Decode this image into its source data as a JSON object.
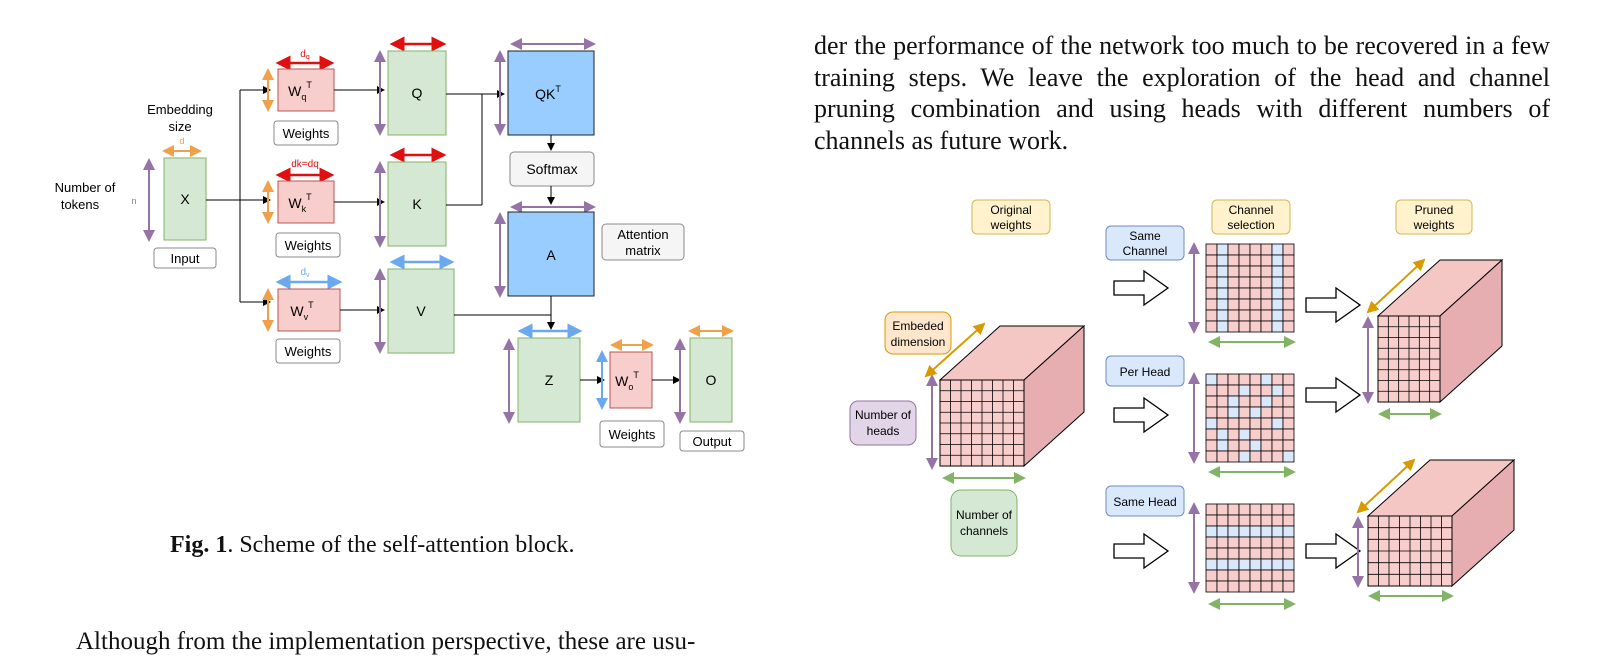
{
  "right_paragraph": "der the performance of the network too much to be recovered in a few training steps. We leave the exploration of the head and channel pruning combination and using heads with different numbers of channels as future work.",
  "figure1": {
    "caption_label": "Fig. 1",
    "caption_text": ". Scheme of the self-attention block.",
    "labels": {
      "embedding": "Embedding",
      "size": "size",
      "d": "d",
      "number_of": "Number of",
      "tokens": "tokens",
      "n": "n",
      "x": "X",
      "input": "Input",
      "wq": "W",
      "q_sub": "q",
      "wk": "W",
      "k_sub": "k",
      "wv": "W",
      "v_sub": "v",
      "wo": "W",
      "o_sub": "o",
      "t_sup": "T",
      "weights": "Weights",
      "dq": "d",
      "dk_eq_dq": "dk=dq",
      "dv": "d",
      "q": "Q",
      "k": "K",
      "v": "V",
      "qk": "QK",
      "softmax": "Softmax",
      "a": "A",
      "attention": "Attention",
      "matrix": "matrix",
      "z": "Z",
      "o": "O",
      "output": "Output"
    }
  },
  "figure2": {
    "original_weights": [
      "Original",
      "weights"
    ],
    "channel_selection": [
      "Channel",
      "selection"
    ],
    "pruned_weights": [
      "Pruned",
      "weights"
    ],
    "same_channel": [
      "Same",
      "Channel"
    ],
    "per_head": "Per Head",
    "same_head": "Same Head",
    "embeded_dimension": [
      "Embeded",
      "dimension"
    ],
    "number_of_heads": [
      "Number of",
      "heads"
    ],
    "number_of_channels": [
      "Number of",
      "channels"
    ]
  },
  "bottom_paragraph": "Although from the implementation perspective, these are usu-",
  "colors": {
    "green": "#d5e8d4",
    "green_border": "#82b366",
    "red": "#f8cecc",
    "red_border": "#b85450",
    "blue": "#99ccff",
    "purple": "#9673a6",
    "orange": "#f0a048",
    "arrow_red": "#e01010",
    "arrow_blue": "#6aa9f0"
  }
}
